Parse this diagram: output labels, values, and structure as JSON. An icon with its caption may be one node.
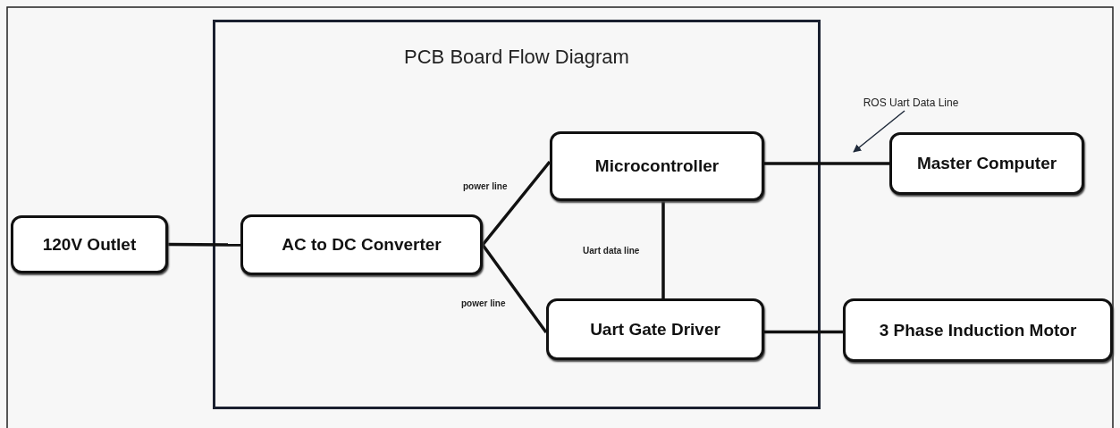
{
  "diagram": {
    "nodes": [
      {
        "text": [
          "120V Outlet"
        ]
      },
      {
        "text": [
          "PCB Board Flow Diagram"
        ]
      },
      {
        "text": [
          "AC to DC Converter"
        ],
        "in": 1
      },
      {
        "text": [
          "Microcontroller"
        ],
        "in": 1
      },
      {
        "text": [
          "Uart Gate Driver"
        ],
        "in": 1
      },
      {
        "text": [
          "Master Computer"
        ]
      },
      {
        "text": [
          "3 Phase Induction Motor"
        ]
      },
      {
        "text": [
          "ROS Uart Data Line"
        ]
      }
    ],
    "edges": [
      {
        "from": 0,
        "to": 2,
        "arrow": "none"
      },
      {
        "from": 2,
        "to": 3,
        "arrow": "none",
        "label": "power line"
      },
      {
        "from": 2,
        "to": 4,
        "arrow": "none",
        "label": "power line"
      },
      {
        "from": 3,
        "to": 4,
        "arrow": "none",
        "label": "Uart data line"
      },
      {
        "from": 3,
        "to": 5,
        "arrow": "none"
      },
      {
        "from": 4,
        "to": 6,
        "arrow": "none"
      },
      {
        "from": 7,
        "to": null,
        "arrow": "to"
      }
    ]
  }
}
